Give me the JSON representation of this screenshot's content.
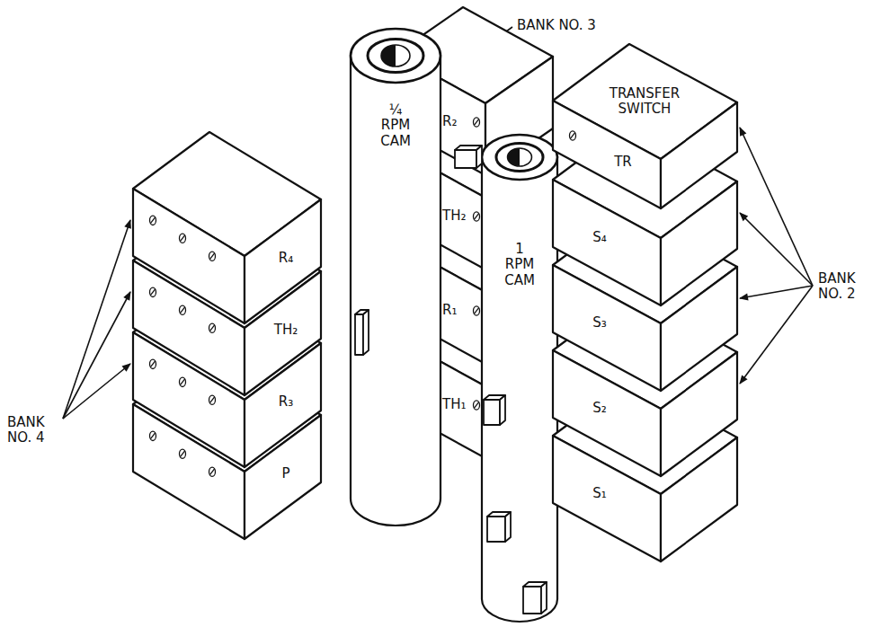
{
  "diagram": {
    "nodes": [
      {
        "text": [
          "R₂"
        ]
      },
      {
        "text": [
          "TH₂"
        ]
      },
      {
        "text": [
          "R₁"
        ]
      },
      {
        "text": [
          "TH₁"
        ]
      },
      {
        "text": [
          "¼ RPM CAM"
        ]
      },
      {
        "text": [
          "1 RPM CAM"
        ]
      },
      {
        "text": [
          "TRANSFER SWITCH",
          "TR"
        ]
      },
      {
        "text": [
          "S₄"
        ]
      },
      {
        "text": [
          "S₃"
        ]
      },
      {
        "text": [
          "S₂"
        ]
      },
      {
        "text": [
          "S₁"
        ]
      },
      {
        "text": [
          "R₄"
        ]
      },
      {
        "text": [
          "TH₂"
        ]
      },
      {
        "text": [
          "R₃"
        ]
      },
      {
        "text": [
          "P"
        ]
      }
    ],
    "labels": [
      "BANK NO. 3",
      "BANK NO. 2",
      "BANK NO. 4"
    ]
  }
}
